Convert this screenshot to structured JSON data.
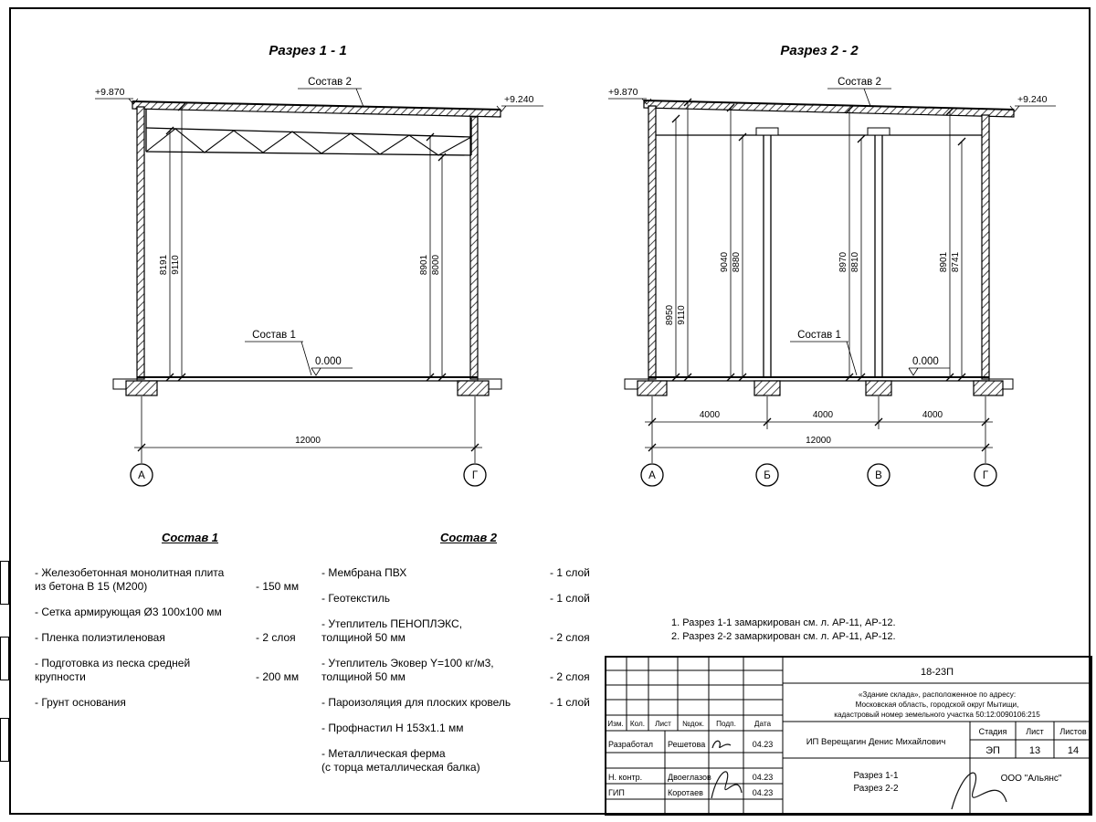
{
  "drawing": {
    "s1": {
      "title": "Разрез 1 - 1",
      "elev_left": "+9.870",
      "elev_right": "+9.240",
      "label_top": "Состав 2",
      "label_floor": "Состав 1",
      "zero": "0.000",
      "dim_left_outer": "8191",
      "dim_left_inner": "9110",
      "dim_right_inner": "8901",
      "dim_right_outer": "8000",
      "dim_total": "12000",
      "axis_left": "А",
      "axis_right": "Г"
    },
    "s2": {
      "title": "Разрез 2 - 2",
      "elev_left": "+9.870",
      "elev_right": "+9.240",
      "label_top": "Состав 2",
      "label_floor": "Состав 1",
      "zero": "0.000",
      "dims": [
        "8950",
        "9110",
        "9040",
        "8880",
        "8970",
        "8810",
        "8901",
        "8741"
      ],
      "bays": [
        "4000",
        "4000",
        "4000"
      ],
      "dim_total": "12000",
      "axes": [
        "А",
        "Б",
        "В",
        "Г"
      ]
    }
  },
  "sostav1": {
    "title": "Состав 1",
    "items": [
      {
        "line1": "- Железобетонная  монолитная плита",
        "line2": "из бетона В 15 (М200)",
        "value": "- 150 мм"
      },
      {
        "line1": "- Сетка армирующая Ø3 100х100 мм",
        "line2": "",
        "value": ""
      },
      {
        "line1": "- Пленка полиэтиленовая",
        "line2": "",
        "value": "- 2 слоя"
      },
      {
        "line1": "- Подготовка из песка средней",
        "line2": "крупности",
        "value": "- 200 мм"
      },
      {
        "line1": "- Грунт основания",
        "line2": "",
        "value": ""
      }
    ]
  },
  "sostav2": {
    "title": "Состав 2",
    "items": [
      {
        "line1": "- Мембрана ПВХ",
        "line2": "",
        "value": "- 1 слой"
      },
      {
        "line1": "- Геотекстиль",
        "line2": "",
        "value": "- 1 слой"
      },
      {
        "line1": "- Утеплитель ПЕНОПЛЭКС,",
        "line2": "толщиной 50 мм",
        "value": "- 2 слоя"
      },
      {
        "line1": "- Утеплитель Эковер Y=100 кг/м3,",
        "line2": "толщиной 50 мм",
        "value": "- 2 слоя"
      },
      {
        "line1": "- Пароизоляция для плоских кровель",
        "line2": "",
        "value": "- 1 слой"
      },
      {
        "line1": "- Профнастил Н 153х1.1 мм",
        "line2": "",
        "value": ""
      },
      {
        "line1": "- Металлическая ферма",
        "line2": "(с торца металлическая балка)",
        "value": ""
      }
    ]
  },
  "notes": {
    "line1": "1. Разрез 1-1 замаркирован см. л. АР-11, АР-12.",
    "line2": "2. Разрез 2-2 замаркирован см. л. АР-11, АР-12."
  },
  "stamp": {
    "code": "18-23П",
    "address1": "«Здание склада», расположенное по адресу:",
    "address2": "Московская область, городской округ Мытищи,",
    "address3": "кадастровый номер земельного участка 50:12:0090106:215",
    "col_izm": "Изм.",
    "col_kol": "Кол.",
    "col_list": "Лист",
    "col_ndok": "№док.",
    "col_podp": "Подп.",
    "col_data": "Дата",
    "row1_role": "Разработал",
    "row1_name": "Решетова",
    "row1_date": "04.23",
    "row2_role": "Н. контр.",
    "row2_name": "Двоеглазов",
    "row2_date": "04.23",
    "row3_role": "ГИП",
    "row3_name": "Коротаев",
    "row3_date": "04.23",
    "client": "ИП Верещагин Денис Михайлович",
    "stage_label": "Стадия",
    "sheet_label": "Лист",
    "sheets_label": "Листов",
    "stage": "ЭП",
    "sheet": "13",
    "sheets": "14",
    "sheet_title1": "Разрез 1-1",
    "sheet_title2": "Разрез 2-2",
    "org": "ООО \"Альянс\""
  }
}
